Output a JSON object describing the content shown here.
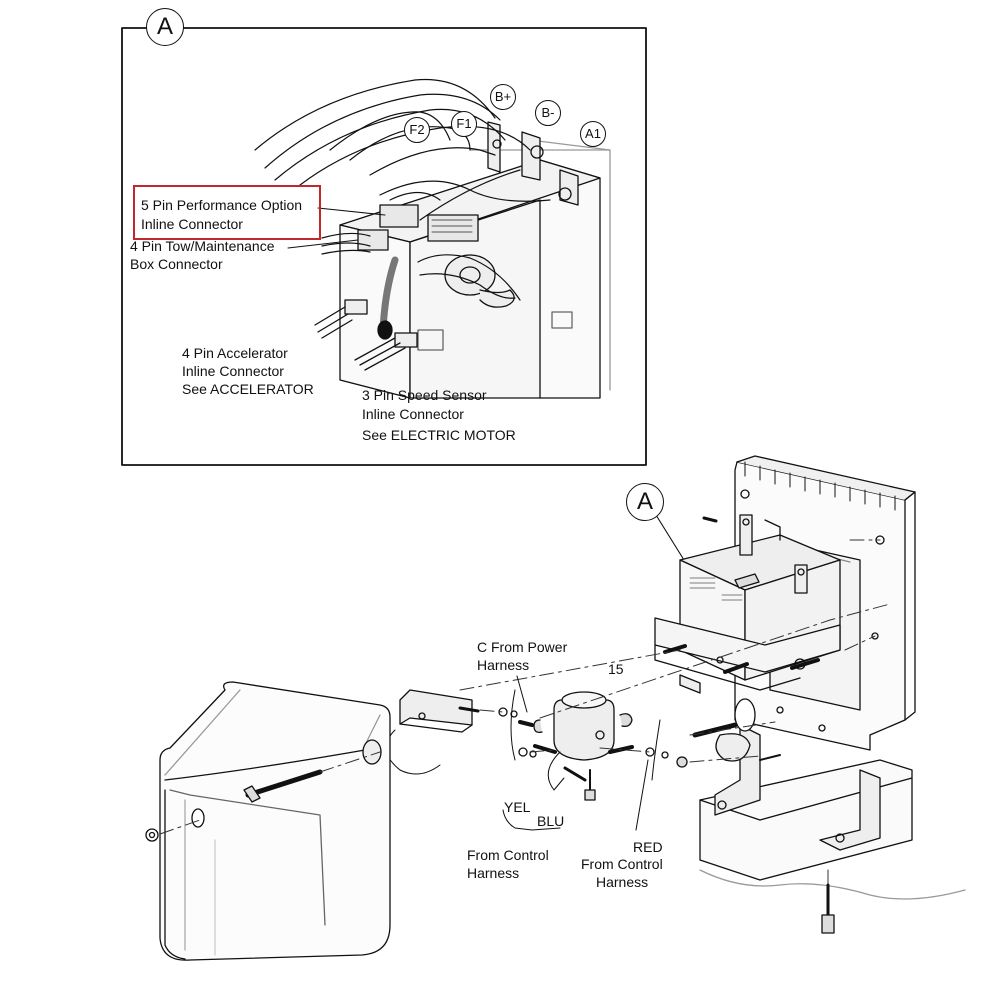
{
  "inset": {
    "callout": "A",
    "terminals": [
      "B+",
      "B-",
      "A1",
      "F1",
      "F2"
    ],
    "labels": {
      "perf_option_line1": "5 Pin Performance Option",
      "perf_option_line2": "Inline Connector",
      "tow_line1": "4 Pin Tow/Maintenance",
      "tow_line2": "Box Connector",
      "accel_line1": "4 Pin Accelerator",
      "accel_line2": "Inline Connector",
      "accel_line3": "See ACCELERATOR",
      "speed_line1": "3 Pin Speed Sensor",
      "speed_line2": "Inline Connector",
      "speed_line3": "See ELECTRIC MOTOR"
    },
    "highlight_color": "#c0282b"
  },
  "main": {
    "callout": "A",
    "labels": {
      "power_line1": "C From Power",
      "power_line2": "Harness",
      "part_number": "15",
      "yel": "YEL",
      "blu": "BLU",
      "control_line1": "From Control",
      "control_line2": "Harness",
      "red": "RED",
      "red_control_line1": "From Control",
      "red_control_line2": "Harness"
    }
  }
}
